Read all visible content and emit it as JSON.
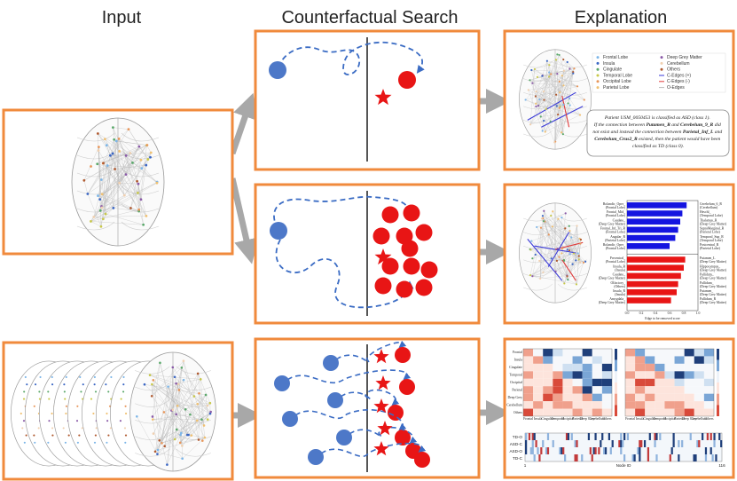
{
  "headers": {
    "input": "Input",
    "search": "Counterfactual Search",
    "explanation": "Explanation"
  },
  "legend": [
    {
      "label": "Frontal Lobe",
      "color": "#7db6e8",
      "kind": "dot"
    },
    {
      "label": "Insula",
      "color": "#3a66c4",
      "kind": "dot"
    },
    {
      "label": "Cingulate",
      "color": "#5aa86a",
      "kind": "dot"
    },
    {
      "label": "Temporal Lobe",
      "color": "#c8c84a",
      "kind": "dot"
    },
    {
      "label": "Occipital Lobe",
      "color": "#e8965a",
      "kind": "dot"
    },
    {
      "label": "Parietal Lobe",
      "color": "#f0c070",
      "kind": "dot"
    },
    {
      "label": "Deep Grey Matter",
      "color": "#8a5aa8",
      "kind": "dot"
    },
    {
      "label": "Cerebellum",
      "color": "#f0d0b0",
      "kind": "dot"
    },
    {
      "label": "Others",
      "color": "#b05a30",
      "kind": "dot"
    },
    {
      "label": "C-Edges (+)",
      "color": "#3a3ad8",
      "kind": "line"
    },
    {
      "label": "C-Edges (-)",
      "color": "#e03a3a",
      "kind": "line"
    },
    {
      "label": "O-Edges",
      "color": "#bbbbbb",
      "kind": "line"
    }
  ],
  "caption": {
    "l1": "Patient USM_0050453 is classified as ASD (class 1).",
    "l2a": "If the connection between ",
    "l2b": "Putamen_R",
    "l2c": " and ",
    "l2d": "Cerebelum_9_R",
    "l2e": " did",
    "l3a": "not exist and instead the connection between ",
    "l3b": "Parietal_Inf_L",
    "l3c": " and",
    "l4a": "Cerebelum_Crus2_R",
    "l4b": " existed, then the patient would have been",
    "l5": "classified as TD (class 0)."
  },
  "chart_data": {
    "type": "bar",
    "xlabel": "Edge to be removed score",
    "left_labels": [
      [
        "Rolandic_Oper_",
        "(Frontal Lobe)"
      ],
      [
        "Frontal_Mid_",
        "(Frontal Lobe)"
      ],
      [
        "Caudate_",
        "(Deep Grey Matter)"
      ],
      [
        "Frontal_Inf_Tri_R",
        "(Frontal Lobe)"
      ],
      [
        "Angular_R",
        "(Parietal Lobe)"
      ],
      [
        "Rolandic_Oper_",
        "(Frontal Lobe)"
      ],
      [
        "Precentral_",
        "(Frontal Lobe)"
      ],
      [
        "Insula_R",
        "(Insula)"
      ],
      [
        "Caudate_",
        "(Deep Grey Matter)"
      ],
      [
        "Olfactory_",
        "(Others)"
      ],
      [
        "Insula_R",
        "(Insula)"
      ],
      [
        "Amygdala_",
        "(Deep Grey Matter)"
      ]
    ],
    "right_labels": [
      [
        "Cerebelum_6_R",
        "(Cerebellum)"
      ],
      [
        "Heschl_",
        "(Temporal Lobe)"
      ],
      [
        "Thalamus_R",
        "(Deep Grey Matter)"
      ],
      [
        "SupraMarginal_R",
        "(Parietal Lobe)"
      ],
      [
        "Temporal_Sup_R",
        "(Temporal Lobe)"
      ],
      [
        "Postcentral_R",
        "(Parietal Lobe)"
      ],
      [
        "Putamen_L",
        "(Deep Grey Matter)"
      ],
      [
        "Hippocampus_",
        "(Deep Grey Matter)"
      ],
      [
        "Pallidum_",
        "(Deep Grey Matter)"
      ],
      [
        "Pallidum_",
        "(Deep Grey Matter)"
      ],
      [
        "Putamen_",
        "(Deep Grey Matter)"
      ],
      [
        "Pallidum_R",
        "(Deep Grey Matter)"
      ]
    ],
    "values": [
      0.84,
      0.78,
      0.75,
      0.72,
      0.68,
      0.6,
      0.82,
      0.8,
      0.76,
      0.72,
      0.7,
      0.62
    ],
    "colors": [
      "#1515e0",
      "#1515e0",
      "#1515e0",
      "#1515e0",
      "#1515e0",
      "#1515e0",
      "#e81515",
      "#e81515",
      "#e81515",
      "#e81515",
      "#e81515",
      "#e81515"
    ],
    "xticks": [
      "0.0",
      "0.2",
      "0.4",
      "0.6",
      "0.8",
      "1.0"
    ]
  },
  "heatmap": {
    "row_labels": [
      "Frontal",
      "Insula",
      "Cingulate",
      "Temporal",
      "Occipital",
      "Parietal",
      "Deep Grey",
      "Cerebellum",
      "Others"
    ],
    "col_labels": [
      "Frontal",
      "Insula",
      "Cingulate",
      "Temporal",
      "Occipital",
      "Parietal",
      "Deep Grey",
      "Cerebellum",
      "Others"
    ]
  },
  "nodebar": {
    "row_labels": [
      "TD-O",
      "ASD-C",
      "ASD-O",
      "TD-C"
    ],
    "xlabel": "Node ID",
    "x_start": "1",
    "x_end": "116"
  }
}
